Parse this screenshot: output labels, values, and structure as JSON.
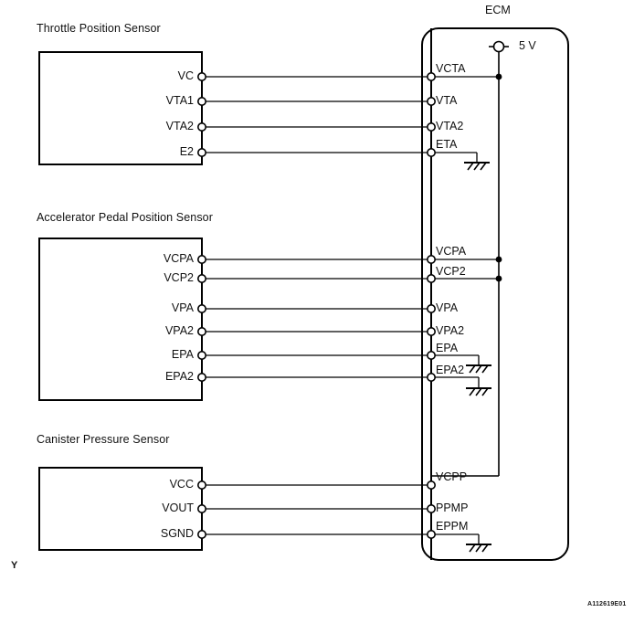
{
  "figure": {
    "code": "A112619E01",
    "corner_mark": "Y"
  },
  "ecm": {
    "title": "ECM",
    "power_label": "5 V",
    "power_icon": "power-terminal-icon"
  },
  "sensors": [
    {
      "id": "throttle-position-sensor",
      "title": "Throttle Position Sensor",
      "pins": [
        {
          "sensor_pin": "VC",
          "ecm_pin": "VCTA",
          "ecm_connection": "power-bus"
        },
        {
          "sensor_pin": "VTA1",
          "ecm_pin": "VTA",
          "ecm_connection": "none"
        },
        {
          "sensor_pin": "VTA2",
          "ecm_pin": "VTA2",
          "ecm_connection": "none"
        },
        {
          "sensor_pin": "E2",
          "ecm_pin": "ETA",
          "ecm_connection": "ground"
        }
      ]
    },
    {
      "id": "accelerator-pedal-position-sensor",
      "title": "Accelerator Pedal Position Sensor",
      "pins": [
        {
          "sensor_pin": "VCPA",
          "ecm_pin": "VCPA",
          "ecm_connection": "power-bus"
        },
        {
          "sensor_pin": "VCP2",
          "ecm_pin": "VCP2",
          "ecm_connection": "power-bus"
        },
        {
          "sensor_pin": "VPA",
          "ecm_pin": "VPA",
          "ecm_connection": "none"
        },
        {
          "sensor_pin": "VPA2",
          "ecm_pin": "VPA2",
          "ecm_connection": "none"
        },
        {
          "sensor_pin": "EPA",
          "ecm_pin": "EPA",
          "ecm_connection": "ground"
        },
        {
          "sensor_pin": "EPA2",
          "ecm_pin": "EPA2",
          "ecm_connection": "ground"
        }
      ]
    },
    {
      "id": "canister-pressure-sensor",
      "title": "Canister Pressure Sensor",
      "pins": [
        {
          "sensor_pin": "VCC",
          "ecm_pin": "VCPP",
          "ecm_connection": "power-bus"
        },
        {
          "sensor_pin": "VOUT",
          "ecm_pin": "PPMP",
          "ecm_connection": "none"
        },
        {
          "sensor_pin": "SGND",
          "ecm_pin": "EPPM",
          "ecm_connection": "ground"
        }
      ]
    }
  ],
  "colors": {
    "line": "#000000",
    "background": "#ffffff"
  }
}
